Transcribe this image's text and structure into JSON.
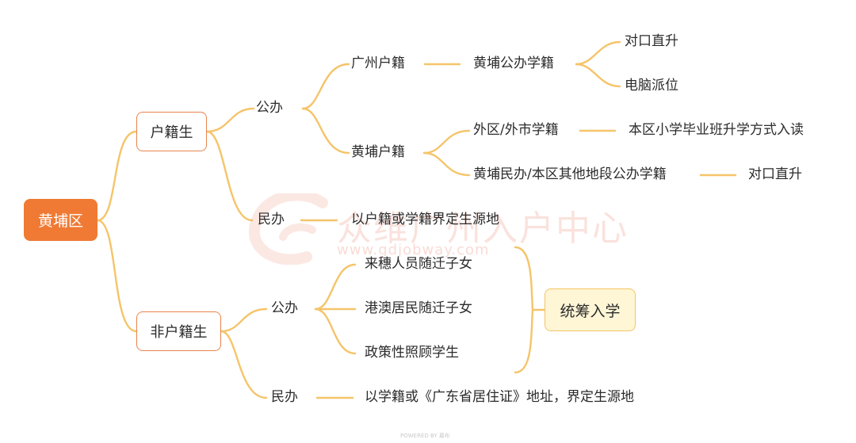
{
  "root": "黄埔区",
  "branches": {
    "hujisheng": {
      "label": "户籍生",
      "gongban": {
        "label": "公办",
        "guangzhou": {
          "label": "广州户籍",
          "school": "黄埔公办学籍",
          "routes": [
            "对口直升",
            "电脑派位"
          ]
        },
        "huangpu": {
          "label": "黄埔户籍",
          "outside": {
            "label": "外区/外市学籍",
            "route": "本区小学毕业班升学方式入读"
          },
          "local": {
            "label": "黄埔民办/本区其他地段公办学籍",
            "route": "对口直升"
          }
        }
      },
      "minban": {
        "label": "民办",
        "rule": "以户籍或学籍界定生源地"
      }
    },
    "feihujisheng": {
      "label": "非户籍生",
      "gongban": {
        "label": "公办",
        "groups": [
          "来穗人员随迁子女",
          "港澳居民随迁子女",
          "政策性照顾学生"
        ],
        "outcome": "统筹入学"
      },
      "minban": {
        "label": "民办",
        "rule": "以学籍或《广东省居住证》地址，界定生源地"
      }
    }
  },
  "watermark": {
    "text": "众维广州入户中心",
    "url": "www.gdjobway.com"
  },
  "footer": "POWERED BY 幕布"
}
